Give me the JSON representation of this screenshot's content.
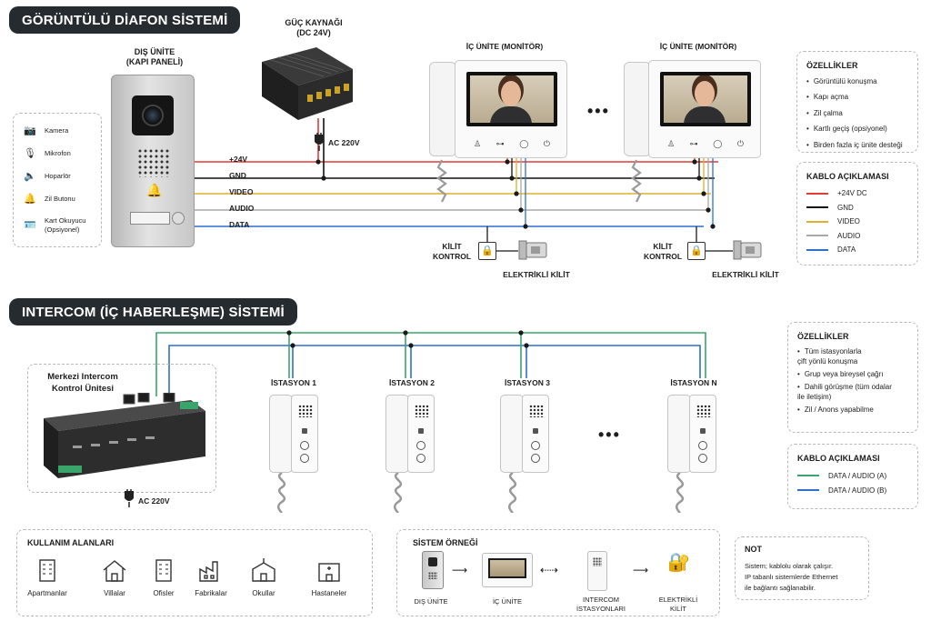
{
  "video_section": {
    "title": "GÖRÜNTÜLÜ DİAFON SİSTEMİ",
    "power_supply_title": "GÜÇ KAYNAĞI\n(DC 24V)",
    "ac_label": "AC 220V",
    "outdoor_unit_title": "DIŞ ÜNİTE\n(KAPI PANELİ)",
    "monitor_titles": [
      "İÇ ÜNİTE (MONİTÖR)",
      "İÇ ÜNİTE (MONİTÖR)"
    ],
    "ellipsis": "•••",
    "wire_labels": [
      "+24V",
      "GND",
      "VIDEO",
      "AUDIO",
      "DATA"
    ],
    "lock_control_labels": [
      "KİLİT\nKONTROL",
      "KİLİT\nKONTROL"
    ],
    "electric_lock_labels": [
      "ELEKTRİKLİ KİLİT",
      "ELEKTRİKLİ KİLİT"
    ],
    "components": [
      {
        "icon": "camera-icon",
        "label": "Kamera"
      },
      {
        "icon": "microphone-icon",
        "label": "Mikrofon"
      },
      {
        "icon": "speaker-icon",
        "label": "Hoparlör"
      },
      {
        "icon": "bell-button-icon",
        "label": "Zil Butonu"
      },
      {
        "icon": "card-reader-icon",
        "label": "Kart Okuyucu\n(Opsiyonel)"
      }
    ],
    "features": {
      "title": "ÖZELLİKLER",
      "items": [
        "Görüntülü konuşma",
        "Kapı açma",
        "Zil çalma",
        "Kartlı geçiş (opsiyonel)",
        "Birden fazla iç ünite desteği"
      ]
    },
    "cable_legend": {
      "title": "KABLO AÇIKLAMASI",
      "items": [
        {
          "label": "+24V DC",
          "color": "#e53935"
        },
        {
          "label": "GND",
          "color": "#111111"
        },
        {
          "label": "VIDEO",
          "color": "#e0b12a"
        },
        {
          "label": "AUDIO",
          "color": "#a8a8a8"
        },
        {
          "label": "DATA",
          "color": "#2f6fd0"
        }
      ]
    }
  },
  "intercom_section": {
    "title": "INTERCOM (İÇ HABERLEŞME) SİSTEMİ",
    "control_unit_title": "Merkezi Intercom\nKontrol Ünitesi",
    "ac_label": "AC 220V",
    "stations": [
      "İSTASYON 1",
      "İSTASYON 2",
      "İSTASYON 3",
      "İSTASYON N"
    ],
    "ellipsis": "•••",
    "features": {
      "title": "ÖZELLİKLER",
      "items": [
        "Tüm istasyonlarla\nçift yönlü konuşma",
        "Grup veya bireysel çağrı",
        "Dahili görüşme (tüm odalar\nile iletişim)",
        "Zil / Anons yapabilme"
      ]
    },
    "cable_legend": {
      "title": "KABLO AÇIKLAMASI",
      "items": [
        {
          "label": "DATA / AUDIO (A)",
          "color": "#3aa56b"
        },
        {
          "label": "DATA / AUDIO (B)",
          "color": "#2f6fd0"
        }
      ]
    }
  },
  "usage_areas": {
    "title": "KULLANIM ALANLARI",
    "items": [
      {
        "icon": "apartment-icon",
        "label": "Apartmanlar"
      },
      {
        "icon": "villa-icon",
        "label": "Villalar"
      },
      {
        "icon": "office-icon",
        "label": "Ofisler"
      },
      {
        "icon": "factory-icon",
        "label": "Fabrikalar"
      },
      {
        "icon": "school-icon",
        "label": "Okullar"
      },
      {
        "icon": "hospital-icon",
        "label": "Hastaneler"
      }
    ]
  },
  "system_example": {
    "title": "SİSTEM ÖRNEĞİ",
    "items": [
      "DIŞ ÜNİTE",
      "İÇ ÜNİTE",
      "INTERCOM\nİSTASYONLARI",
      "ELEKTRİKLİ\nKİLİT"
    ]
  },
  "note": {
    "title": "NOT",
    "text": "Sistem; kablolu olarak çalışır.\nIP tabanlı sistemlerde Ethernet\nile bağlantı sağlanabilir."
  }
}
